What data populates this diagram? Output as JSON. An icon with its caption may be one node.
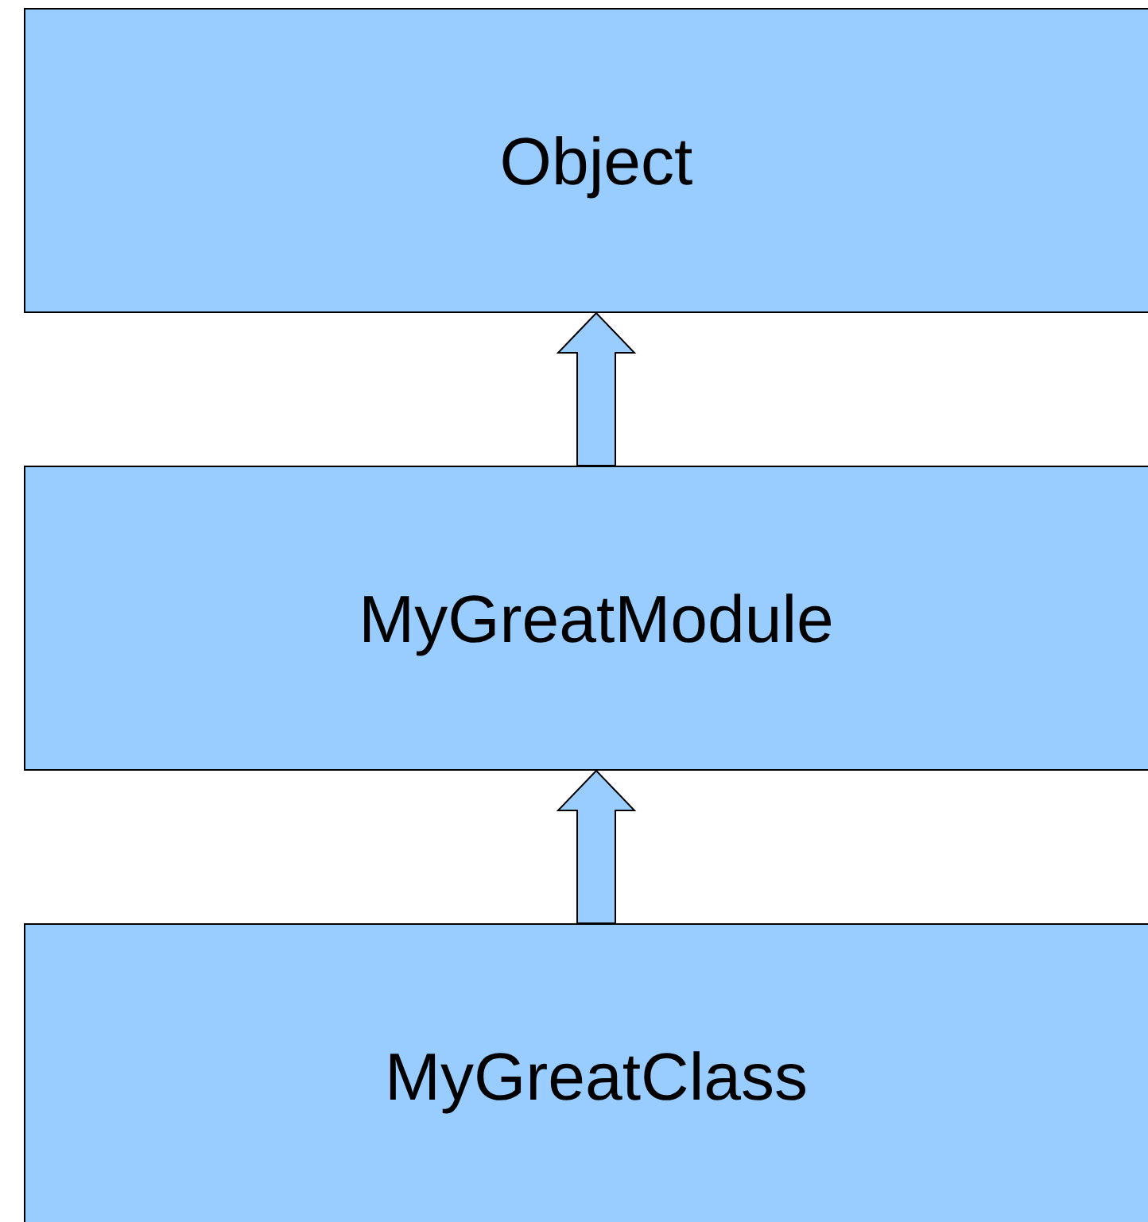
{
  "diagram": {
    "nodes": [
      {
        "text": [
          "Object"
        ]
      },
      {
        "text": [
          "MyGreatModule"
        ]
      },
      {
        "text": [
          "MyGreatClass"
        ]
      }
    ],
    "edges": [
      {
        "from": 1,
        "to": 0,
        "arrow": "to"
      },
      {
        "from": 2,
        "to": 1,
        "arrow": "to"
      }
    ]
  }
}
